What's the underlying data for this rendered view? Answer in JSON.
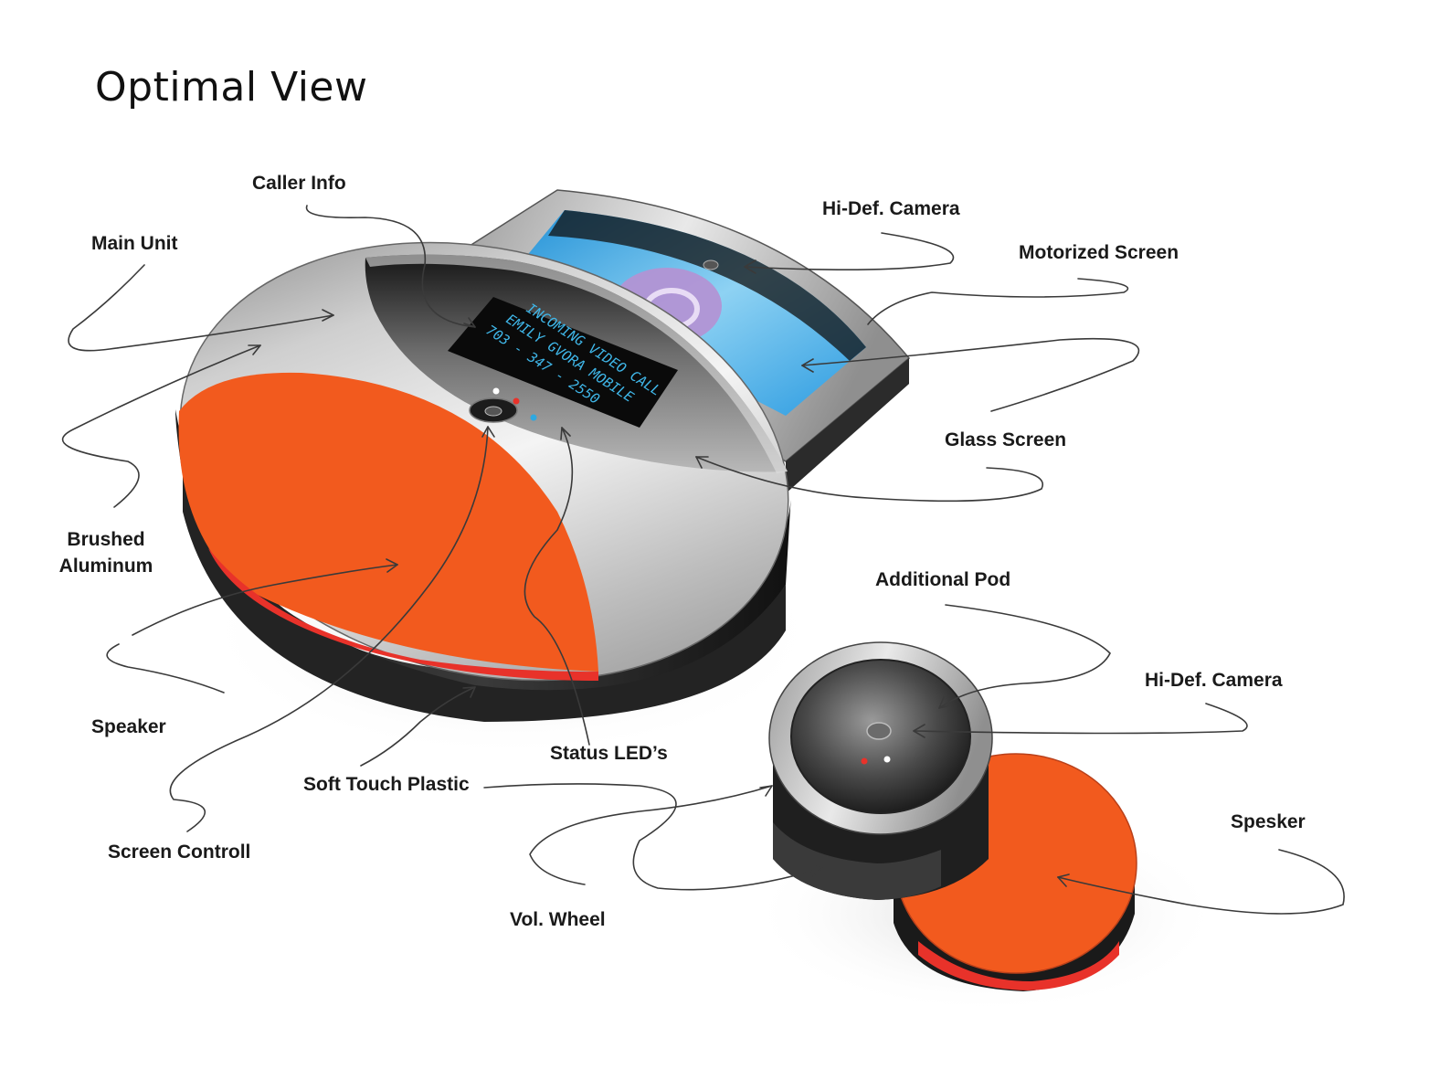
{
  "title": "Optimal View",
  "screen": {
    "line1": "INCOMING VIDEO CALL",
    "line2": "EMILY GVORA MOBILE",
    "line3": "703 - 347 - 2550"
  },
  "labels": {
    "caller_info": "Caller Info",
    "main_unit": "Main Unit",
    "hi_def_camera_screen": "Hi-Def. Camera",
    "motorized_screen": "Motorized Screen",
    "glass_screen": "Glass Screen",
    "brushed": "Brushed",
    "aluminum": "Aluminum",
    "additional_pod": "Additional Pod",
    "hi_def_camera_pod": "Hi-Def. Camera",
    "speaker": "Speaker",
    "status_leds": "Status LED’s",
    "soft_touch_plastic": "Soft Touch Plastic",
    "spesker": "Spesker",
    "screen_controll": "Screen Controll",
    "vol_wheel": "Vol. Wheel"
  },
  "colors": {
    "orange": "#f25a1e",
    "screen_text": "#3fb6e8",
    "led_red": "#e8322a",
    "led_blue": "#2ea8e0"
  }
}
